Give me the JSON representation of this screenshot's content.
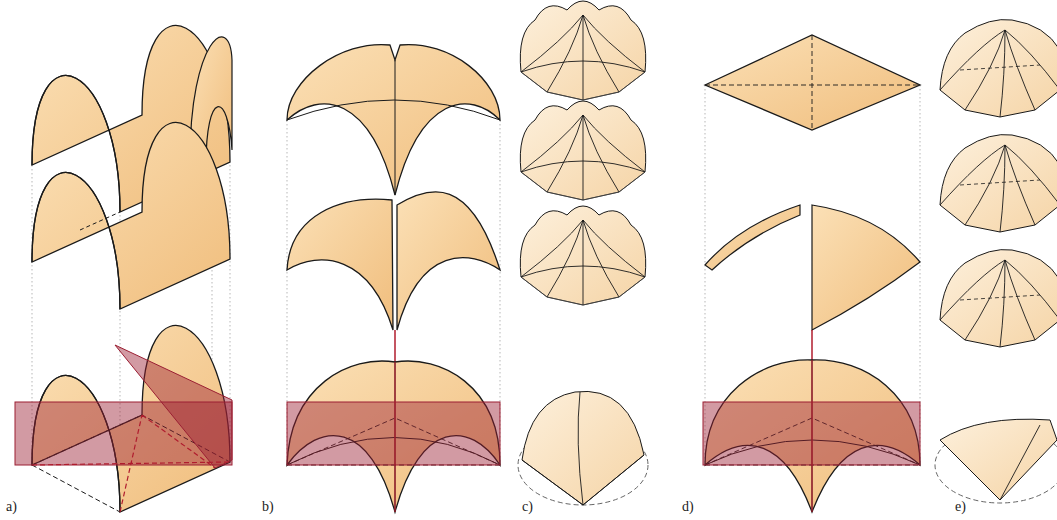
{
  "diagram": {
    "labels": [
      "a)",
      "b)",
      "c)",
      "d)",
      "e)"
    ]
  }
}
